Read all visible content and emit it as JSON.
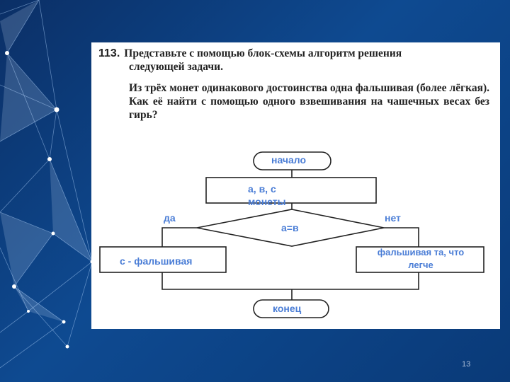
{
  "slide": {
    "number": "13"
  },
  "task": {
    "number": "113.",
    "line1": "Представьте с помощью блок-схемы алгоритм решения",
    "line2": "следующей задачи.",
    "question": "Из трёх монет одинакового достоинства одна фальшивая (более лёгкая). Как её найти с помощью одного взвешивания на чашечных весах без гирь?"
  },
  "flowchart": {
    "start": "начало",
    "input": "а, в, с монеты",
    "condition": "а=в",
    "yes": "да",
    "no": "нет",
    "yes_result": "с - фальшивая",
    "no_result": "фальшивая та, что легче",
    "end": "конец"
  },
  "colors": {
    "label": "#4a7dd6",
    "line": "#222222",
    "background": "#0e4a91"
  }
}
